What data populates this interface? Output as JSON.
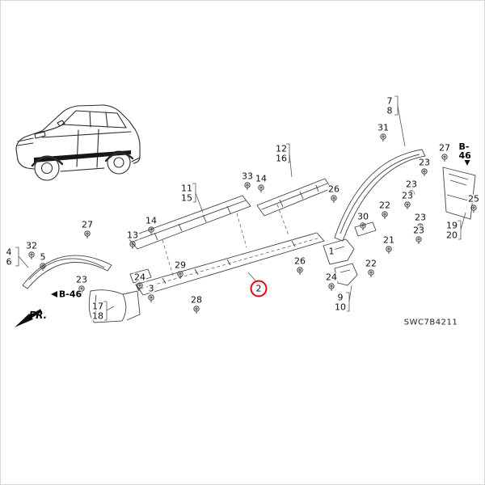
{
  "diagram": {
    "code": "SWC7B4211",
    "fr_label": "FR.",
    "highlight_color": "#e60012",
    "line_color": "#2b2b2b",
    "selected": {
      "label": "2"
    },
    "refs": [
      {
        "label": "B-46"
      },
      {
        "label": "B-46"
      }
    ],
    "callouts": [
      {
        "label": "7"
      },
      {
        "label": "8"
      },
      {
        "label": "31"
      },
      {
        "label": "27"
      },
      {
        "label": "23"
      },
      {
        "label": "23"
      },
      {
        "label": "23"
      },
      {
        "label": "25"
      },
      {
        "label": "23"
      },
      {
        "label": "23"
      },
      {
        "label": "19"
      },
      {
        "label": "20"
      },
      {
        "label": "12"
      },
      {
        "label": "16"
      },
      {
        "label": "33"
      },
      {
        "label": "14"
      },
      {
        "label": "26"
      },
      {
        "label": "11"
      },
      {
        "label": "15"
      },
      {
        "label": "14"
      },
      {
        "label": "13"
      },
      {
        "label": "27"
      },
      {
        "label": "32"
      },
      {
        "label": "4"
      },
      {
        "label": "6"
      },
      {
        "label": "5"
      },
      {
        "label": "23"
      },
      {
        "label": "29"
      },
      {
        "label": "24"
      },
      {
        "label": "3"
      },
      {
        "label": "28"
      },
      {
        "label": "26"
      },
      {
        "label": "30"
      },
      {
        "label": "22"
      },
      {
        "label": "21"
      },
      {
        "label": "22"
      },
      {
        "label": "1"
      },
      {
        "label": "24"
      },
      {
        "label": "9"
      },
      {
        "label": "10"
      },
      {
        "label": "17"
      },
      {
        "label": "18"
      }
    ]
  }
}
